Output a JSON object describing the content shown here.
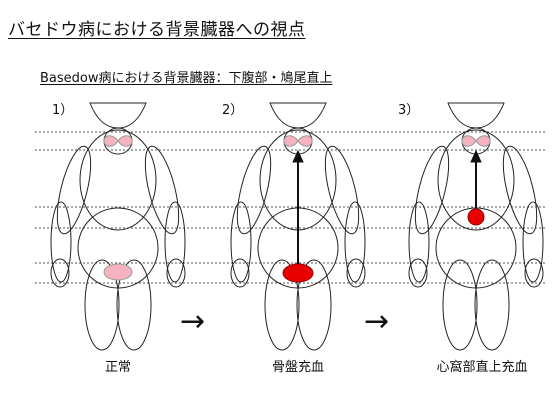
{
  "title": "バセドウ病における背景臓器への視点",
  "subtitle": "Basedow病における背景臓器：下腹部・鳩尾直上",
  "panels": [
    {
      "number": "1）",
      "caption": "正常"
    },
    {
      "number": "2）",
      "caption": "骨盤充血"
    },
    {
      "number": "3）",
      "caption": "心窩部直上充血"
    }
  ],
  "arrow_glyph": "→",
  "colors": {
    "pink": "#f4b3bf",
    "red": "#e80000",
    "line": "#222222"
  }
}
